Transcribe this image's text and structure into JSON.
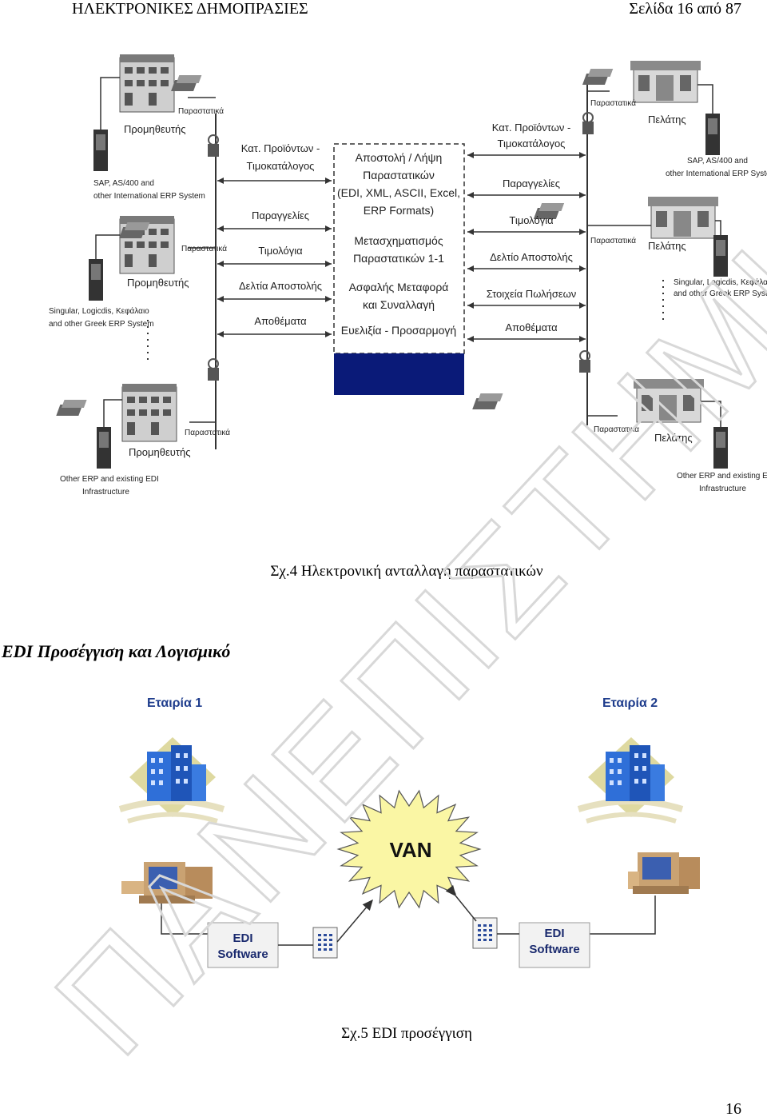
{
  "header": {
    "title": "ΗΛΕΚΤΡΟΝΙΚΕΣ ΔΗΜΟΠΡΑΣΙΕΣ",
    "page_info": "Σελίδα 16 από 87"
  },
  "figure4": {
    "caption": "Σχ.4 Ηλεκτρονική ανταλλαγή παραστατικών",
    "left_nodes": [
      {
        "label": "Προμηθευτής",
        "system": [
          "SAP, AS/400 and",
          "other International ERP System"
        ],
        "doc": "Παραστατικά"
      },
      {
        "label": "Προμηθευτής",
        "system": [
          "Singular, Logicdis, Κεφάλαιο",
          "and other Greek ERP System"
        ],
        "doc": "Παραστατικά"
      },
      {
        "label": "Προμηθευτής",
        "system": [
          "Other ERP and existing EDI",
          "Infrastructure"
        ],
        "doc": "Παραστατικά"
      }
    ],
    "right_nodes": [
      {
        "label": "Πελάτης",
        "system": [
          "SAP, AS/400 and",
          "other International ERP System"
        ],
        "doc": "Παραστατικά"
      },
      {
        "label": "Πελάτης",
        "system": [
          "Singular, Logicdis, Κεφάλαιο",
          "and other Greek ERP System"
        ],
        "doc": "Παραστατικά"
      },
      {
        "label": "Πελάτης",
        "system": [
          "Other ERP and existing EDI",
          "Infrastructure"
        ],
        "doc": "Παραστατικά"
      }
    ],
    "left_flows": [
      [
        "Κατ. Προϊόντων -",
        "Τιμοκατάλογος"
      ],
      [
        "Παραγγελίες"
      ],
      [
        "Τιμολόγια"
      ],
      [
        "Δελτία Αποστολής"
      ],
      [
        "Αποθέματα"
      ]
    ],
    "right_flows": [
      [
        "Κατ. Προϊόντων -",
        "Τιμοκατάλογος"
      ],
      [
        "Παραγγελίες"
      ],
      [
        "Τιμολόγια"
      ],
      [
        "Δελτίο Αποστολής"
      ],
      [
        "Στοιχεία Πωλήσεων"
      ],
      [
        "Αποθέματα"
      ]
    ],
    "center_lines": [
      "Αποστολή / Λήψη",
      "Παραστατικών",
      "(EDI, XML, ASCII, Excel,",
      "ERP Formats)",
      "Μετασχηματισμός",
      "Παραστατικών 1-1",
      "Ασφαλής Μεταφορά",
      "και Συναλλαγή",
      "Ευελιξία - Προσαρμογή"
    ],
    "colors": {
      "center_base": "#0a1a78",
      "arrow": "#333333"
    }
  },
  "section": {
    "title": "EDI Προσέγγιση και Λογισμικό"
  },
  "figure5": {
    "caption": "Σχ.5 EDI προσέγγιση",
    "company1": "Εταιρία 1",
    "company2": "Εταιρία 2",
    "van": "VAN",
    "edi_software": [
      "EDI",
      "Software"
    ],
    "colors": {
      "van_fill": "#faf6a4",
      "building": "#2f6fd8",
      "company_label": "#1e3c8c"
    }
  },
  "watermark": "ΠΑΝΕΠΙΣΤΗΜΙΟ ΠΕΙΡΑΙΑ",
  "page_number": "16"
}
